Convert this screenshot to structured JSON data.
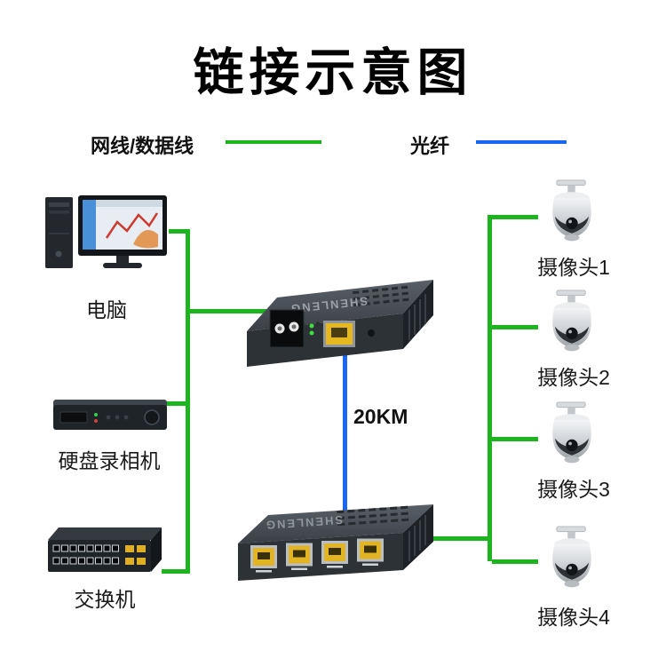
{
  "title": "链接示意图",
  "legend": {
    "cable": {
      "label": "网线/数据线",
      "color": "#1db41f"
    },
    "fiber": {
      "label": "光纤",
      "color": "#1b66f2"
    }
  },
  "link": {
    "distance": "20KM"
  },
  "devices": {
    "computer": {
      "label": "电脑",
      "icon": "desktop-computer"
    },
    "dvr": {
      "label": "硬盘录相机",
      "icon": "dvr-recorder"
    },
    "switch": {
      "label": "交换机",
      "icon": "ethernet-switch"
    },
    "converter_top": {
      "brand": "SHENLENG",
      "icon": "fiber-media-converter"
    },
    "converter_bottom": {
      "brand": "SHENLENG",
      "icon": "fiber-media-converter-4port"
    }
  },
  "cameras": [
    {
      "label": "摄像头1",
      "icon": "ptz-camera"
    },
    {
      "label": "摄像头2",
      "icon": "ptz-camera"
    },
    {
      "label": "摄像头3",
      "icon": "ptz-camera"
    },
    {
      "label": "摄像头4",
      "icon": "ptz-camera"
    }
  ]
}
